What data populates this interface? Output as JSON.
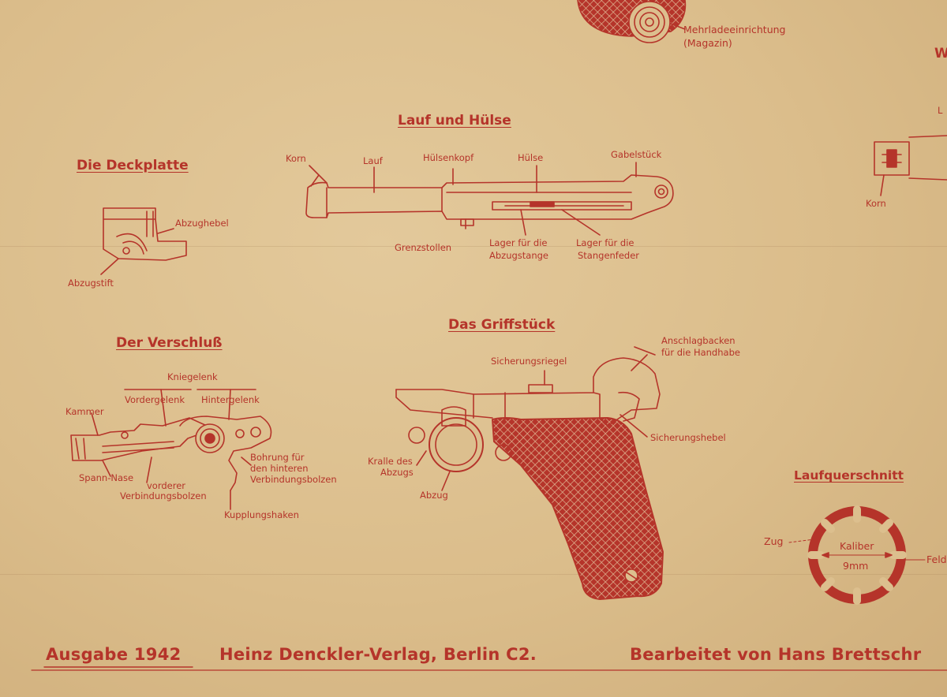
{
  "colors": {
    "ink": "#b5342a",
    "paper": "#dcbf8e"
  },
  "sections": {
    "magazine": {
      "label_line1": "Mehrladeeinrichtung",
      "label_line2": "(Magazin)"
    },
    "deckplatte": {
      "title": "Die Deckplatte",
      "abzughebel": "Abzughebel",
      "abzugstift": "Abzugstift"
    },
    "lauf": {
      "title": "Lauf und Hülse",
      "korn": "Korn",
      "lauf": "Lauf",
      "huelsenkopf": "Hülsenkopf",
      "huelse": "Hülse",
      "gabelstueck": "Gabelstück",
      "grenzstollen": "Grenzstollen",
      "lager_abzug_1": "Lager für die",
      "lager_abzug_2": "Abzugstange",
      "lager_stangen_1": "Lager für die",
      "lager_stangen_2": "Stangenfeder"
    },
    "verschluss": {
      "title": "Der Verschluß",
      "kniegelenk": "Kniegelenk",
      "vordergelenk": "Vordergelenk",
      "hintergelenk": "Hintergelenk",
      "kammer": "Kammer",
      "spann_nase": "Spann-Nase",
      "vorderer_1": "vorderer",
      "vorderer_2": "Verbindungsbolzen",
      "bohrung_1": "Bohrung für",
      "bohrung_2": "den hinteren",
      "bohrung_3": "Verbindungsbolzen",
      "kupplungshaken": "Kupplungshaken"
    },
    "griffstueck": {
      "title": "Das Griffstück",
      "sicherungsriegel": "Sicherungsriegel",
      "anschlag_1": "Anschlagbacken",
      "anschlag_2": "für die Handhabe",
      "sicherungshebel": "Sicherungshebel",
      "kralle_1": "Kralle des",
      "kralle_2": "Abzugs",
      "abzug": "Abzug"
    },
    "right_edge": {
      "title_partial": "W",
      "label_partial": "L",
      "korn": "Korn"
    },
    "laufquerschnitt": {
      "title": "Laufquerschnitt",
      "zug": "Zug",
      "kaliber": "Kaliber",
      "mm": "9mm",
      "feld_partial": "Feld"
    }
  },
  "footer": {
    "ausgabe": "Ausgabe 1942",
    "verlag": "Heinz Denckler-Verlag, Berlin C2.",
    "bearbeitet": "Bearbeitet von Hans Brettschr"
  }
}
